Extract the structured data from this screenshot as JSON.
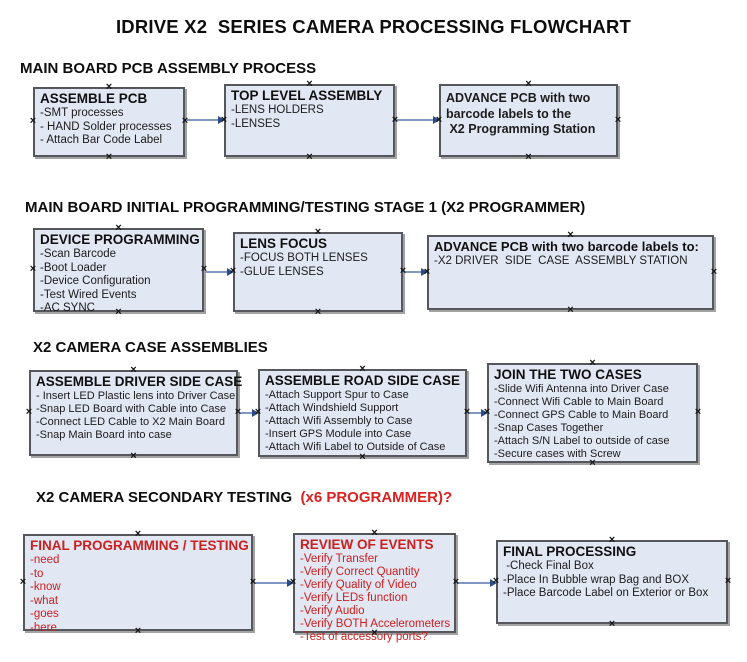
{
  "title": "IDRIVE X2  SERIES CAMERA PROCESSING FLOWCHART",
  "icons": {
    "connection_handle": "×"
  },
  "colors": {
    "box_fill": "#e1e7f3",
    "box_border": "#56575c",
    "arrow_line": "#7e97c3",
    "arrow_head": "#2d4c86",
    "red_text": "#cb2020",
    "header_red": "#d92121"
  },
  "sections": [
    {
      "header": "MAIN BOARD PCB ASSEMBLY PROCESS",
      "boxes": [
        {
          "title": "ASSEMBLE PCB",
          "lines": [
            "-SMT processes",
            "- HAND Solder processes",
            "- Attach Bar Code Label"
          ]
        },
        {
          "title": "TOP LEVEL ASSEMBLY",
          "lines": [
            "-LENS HOLDERS",
            "-LENSES"
          ]
        },
        {
          "title": "",
          "lines": [
            "ADVANCE PCB with two",
            "barcode labels to the",
            " X2 Programming Station"
          ]
        }
      ]
    },
    {
      "header": "MAIN BOARD INITIAL PROGRAMMING/TESTING STAGE 1 (X2 PROGRAMMER)",
      "boxes": [
        {
          "title": "DEVICE PROGRAMMING",
          "lines": [
            "-Scan Barcode",
            "-Boot Loader",
            "-Device Configuration",
            "-Test Wired Events",
            "-AC SYNC"
          ]
        },
        {
          "title": "LENS FOCUS",
          "lines": [
            "-FOCUS BOTH LENSES",
            "-GLUE LENSES"
          ]
        },
        {
          "title": "ADVANCE PCB with two barcode labels to:",
          "lines": [
            "-X2 DRIVER  SIDE  CASE  ASSEMBLY STATION"
          ]
        }
      ]
    },
    {
      "header": "X2 CAMERA CASE ASSEMBLIES",
      "boxes": [
        {
          "title": "ASSEMBLE DRIVER SIDE CASE",
          "lines": [
            "- Insert LED Plastic lens into Driver Case",
            "-Snap LED Board with Cable into Case",
            "-Connect LED Cable to X2 Main Board",
            "-Snap Main Board into case"
          ]
        },
        {
          "title": "ASSEMBLE ROAD SIDE CASE",
          "lines": [
            "-Attach Support Spur to Case",
            "-Attach Windshield Support",
            "-Attach Wifi Assembly to Case",
            "-Insert GPS Module into Case",
            "-Attach Wifi Label to Outside of Case"
          ]
        },
        {
          "title": "JOIN THE TWO CASES",
          "lines": [
            "-Slide Wifi Antenna into Driver Case",
            "-Connect Wifi Cable to Main Board",
            "-Connect GPS Cable to Main Board",
            "-Snap Cases Together",
            "-Attach S/N Label to outside of case",
            "-Secure cases with Screw"
          ]
        }
      ]
    },
    {
      "header": "X2 CAMERA SECONDARY TESTING ",
      "header_red": " (x6 PROGRAMMER)?",
      "boxes": [
        {
          "title": "FINAL PROGRAMMING / TESTING",
          "lines": [
            "-need",
            "-to",
            "-know",
            "-what",
            "-goes",
            "-here"
          ]
        },
        {
          "title": "REVIEW OF EVENTS",
          "lines": [
            "-Verify Transfer",
            "-Verify Correct Quantity",
            "-Verify Quality of Video",
            "-Verify LEDs function",
            "-Verify Audio",
            "-Verify BOTH Accelerometers",
            "-Test of accessory ports?"
          ]
        },
        {
          "title": "FINAL PROCESSING",
          "lines": [
            " -Check Final Box",
            "-Place In Bubble wrap Bag and BOX",
            "-Place Barcode Label on Exterior or Box"
          ]
        }
      ]
    }
  ]
}
